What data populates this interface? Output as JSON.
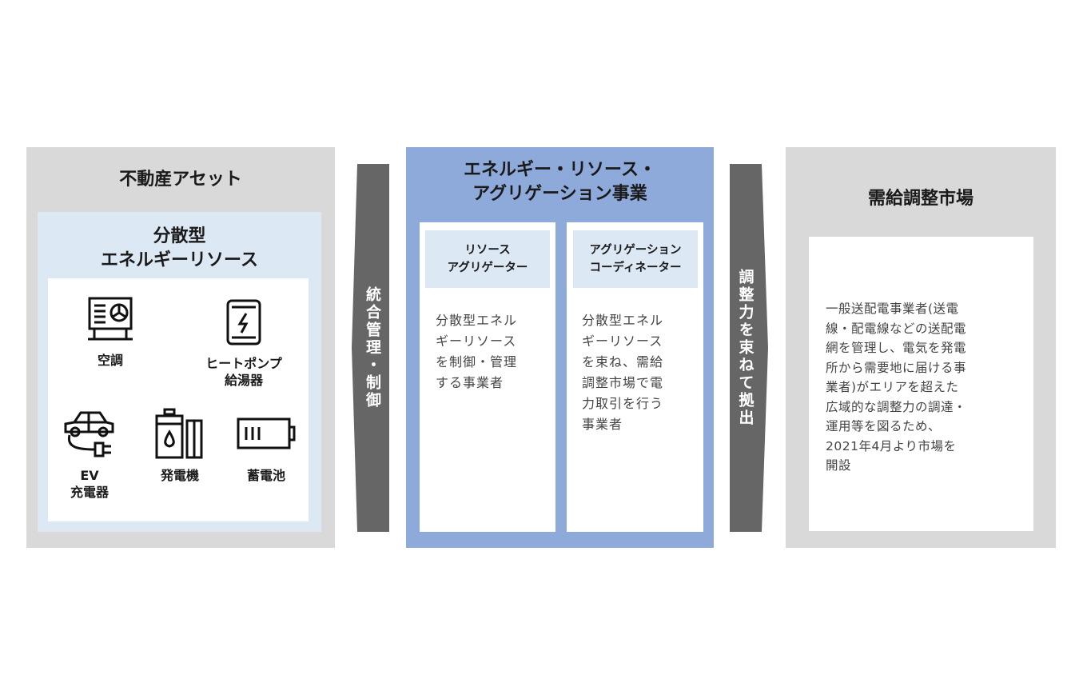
{
  "left_panel": {
    "title": "不動産アセット",
    "subpanel_title": "分散型\nエネルギーリソース",
    "resources": [
      {
        "label": "空調",
        "icon": "air-conditioner-icon"
      },
      {
        "label": "ヒートポンプ\n給湯器",
        "icon": "heat-pump-water-heater-icon"
      },
      {
        "label": "EV\n充電器",
        "icon": "ev-charger-icon"
      },
      {
        "label": "発電機",
        "icon": "generator-icon"
      },
      {
        "label": "蓄電池",
        "icon": "battery-icon"
      }
    ]
  },
  "arrow_left": {
    "label": "統合管理・制御"
  },
  "middle_panel": {
    "title": "エネルギー・リソース・\nアグリゲーション事業",
    "columns": [
      {
        "header": "リソース\nアグリゲーター",
        "description": "分散型エネル\nギーリソース\nを制御・管理\nする事業者"
      },
      {
        "header": "アグリゲーション\nコーディネーター",
        "description": "分散型エネル\nギーリソース\nを束ね、需給\n調整市場で電\n力取引を行う\n事業者"
      }
    ]
  },
  "arrow_right": {
    "label": "調整力を束ねて拠出"
  },
  "right_panel": {
    "title": "需給調整市場",
    "description": "一般送配電事業者(送電\n線・配電線などの送配電\n網を管理し、電気を発電\n所から需要地に届ける事\n業者)がエリアを超えた\n広域的な調整力の調達・\n運用等を図るため、\n2021年4月より市場を\n開設"
  },
  "colors": {
    "gray_panel": "#d9d9d9",
    "light_blue": "#dde8f5",
    "mid_blue": "#8eaadb",
    "arrow": "#666666"
  }
}
